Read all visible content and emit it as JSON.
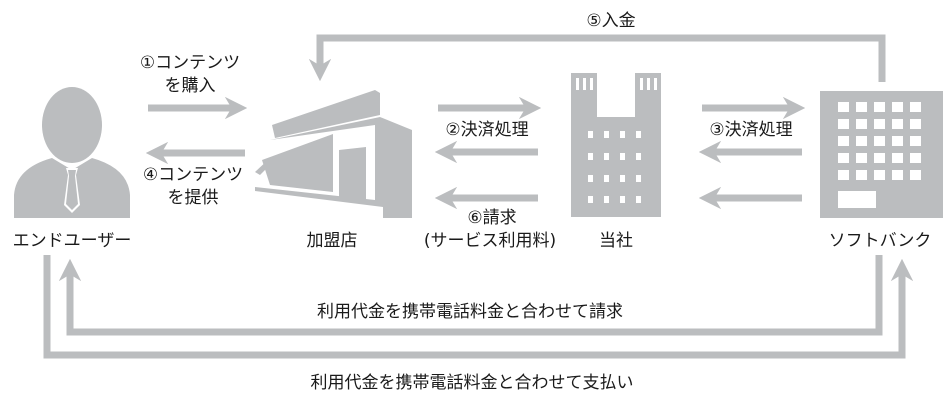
{
  "colors": {
    "shape": "#bbbdbf",
    "text": "#1a1a1a"
  },
  "nodes": {
    "end_user": "エンドユーザー",
    "merchant": "加盟店",
    "company": "当社",
    "softbank": "ソフトバンク"
  },
  "flows": {
    "step1_line1": "①コンテンツ",
    "step1_line2": "を購入",
    "step4_line1": "④コンテンツ",
    "step4_line2": "を提供",
    "step2": "②決済処理",
    "step6_line1": "⑥請求",
    "step6_line2": "(サービス利用料)",
    "step3": "③決済処理",
    "step5": "⑤入金",
    "billing": "利用代金を携帯電話料金と合わせて請求",
    "payment": "利用代金を携帯電話料金と合わせて支払い"
  }
}
